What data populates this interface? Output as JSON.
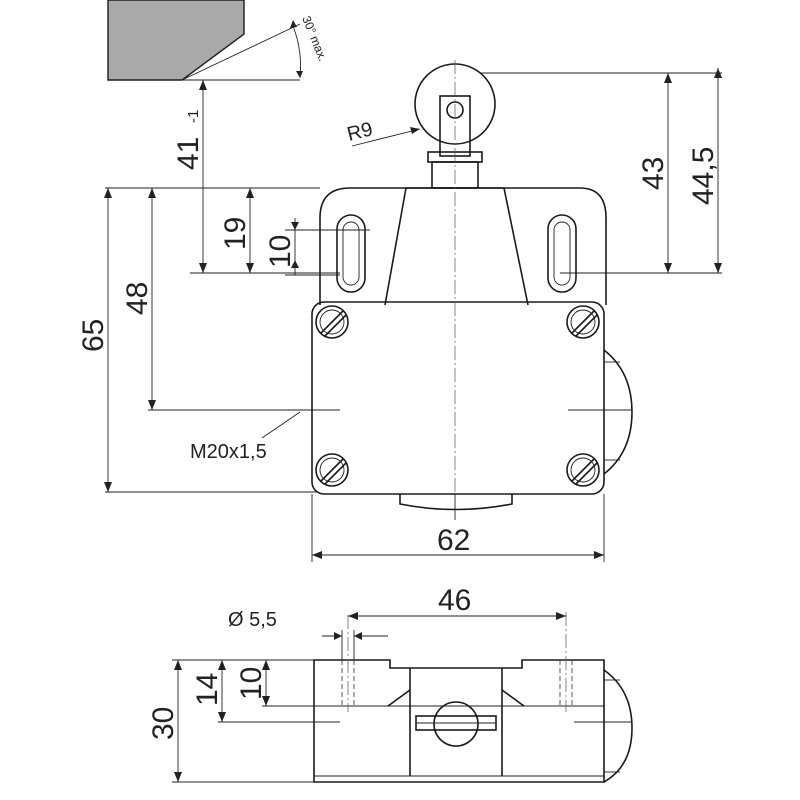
{
  "drawing": {
    "subject": "limit switch with roller lever",
    "dimensions": {
      "angle_note": "30° max.",
      "height_41": "41",
      "height_41_tol": "-1",
      "radius": "R9",
      "slot_19": "19",
      "slot_10": "10",
      "height_43": "43",
      "height_44_5": "44,5",
      "height_48": "48",
      "height_65": "65",
      "thread": "M20x1,5",
      "width_62": "62",
      "hole_dia": "Ø 5,5",
      "width_46": "46",
      "side_30": "30",
      "side_14": "14",
      "side_10": "10"
    }
  }
}
